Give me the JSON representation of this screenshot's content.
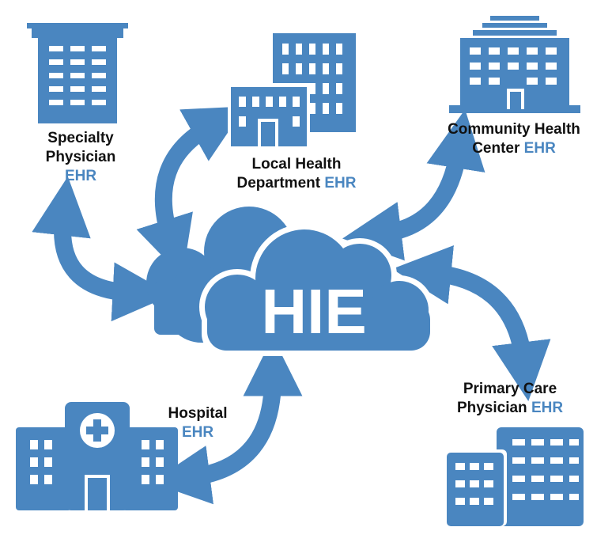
{
  "colors": {
    "primary": "#4a86c0",
    "text": "#111111",
    "background": "#ffffff"
  },
  "hub": {
    "label": "HIE"
  },
  "nodes": {
    "specialty": {
      "line1": "Specialty",
      "line2": "Physician",
      "ehr": "EHR"
    },
    "local_health": {
      "line1": "Local Health",
      "line2": "Department",
      "ehr": "EHR"
    },
    "community": {
      "line1": "Community Health",
      "line2": "Center",
      "ehr": "EHR"
    },
    "primary_care": {
      "line1": "Primary Care",
      "line2": "Physician",
      "ehr": "EHR"
    },
    "hospital": {
      "line1": "Hospital",
      "ehr": "EHR"
    }
  },
  "icons": [
    "specialty-building-icon",
    "local-health-building-icon",
    "community-health-building-icon",
    "primary-care-building-icon",
    "hospital-icon",
    "cloud-icon",
    "double-arrow-icon"
  ]
}
